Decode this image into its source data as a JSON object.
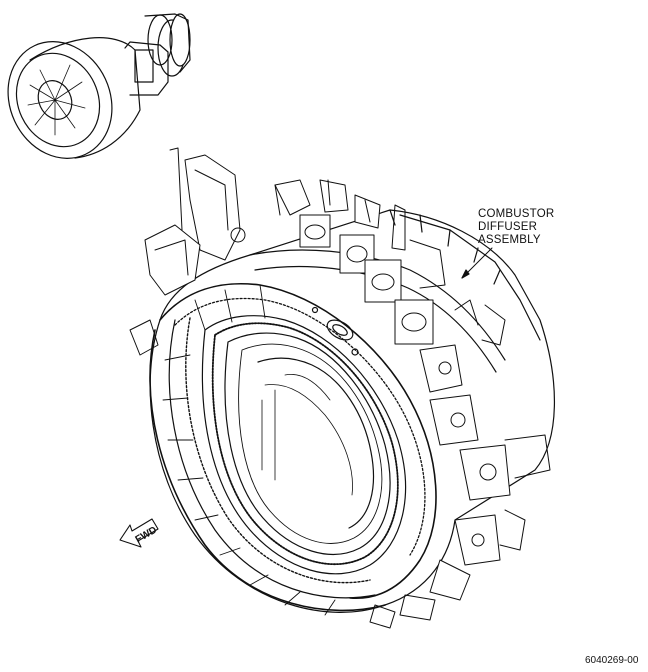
{
  "callout": {
    "lines": [
      "COMBUSTOR",
      "DIFFUSER",
      "ASSEMBLY"
    ]
  },
  "fwd_label": "FWD",
  "figure_number": "6040269-00"
}
